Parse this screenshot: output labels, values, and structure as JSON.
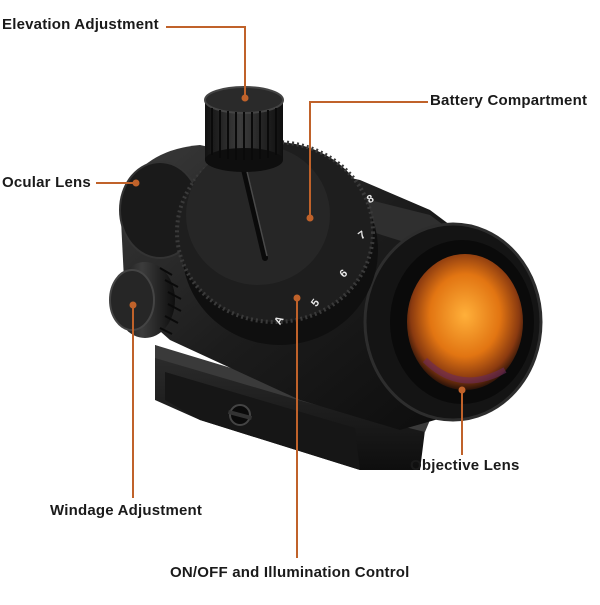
{
  "labels": {
    "elevation": "Elevation Adjustment",
    "battery": "Battery  Compartment",
    "ocular": "Ocular Lens",
    "objective": "Objective Lens",
    "windage": "Windage Adjustment",
    "onoff": "ON/OFF and Illumination Control"
  },
  "dial_marks": [
    "A",
    "5",
    "6",
    "7",
    "8"
  ],
  "colors": {
    "leader_line": "#c0622a",
    "body": "#161616",
    "lens": "#e07a14",
    "background": "#ffffff"
  }
}
